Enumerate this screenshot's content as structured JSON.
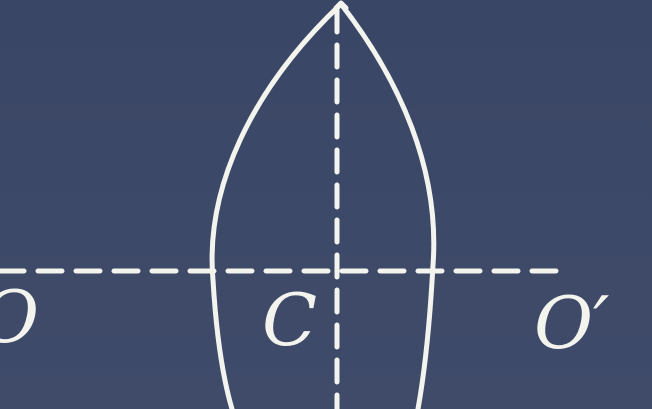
{
  "diagram": {
    "labels": {
      "left_point": "O",
      "center_point": "C",
      "right_point": "O′"
    },
    "colors": {
      "background": "#3b4766",
      "ink": "#f4f4ee"
    }
  }
}
